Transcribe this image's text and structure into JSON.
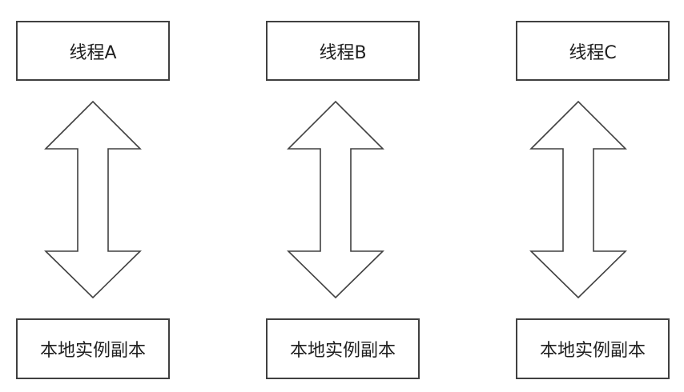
{
  "columns": [
    {
      "thread_label": "线程A",
      "copy_label": "本地实例副本"
    },
    {
      "thread_label": "线程B",
      "copy_label": "本地实例副本"
    },
    {
      "thread_label": "线程C",
      "copy_label": "本地实例副本"
    }
  ],
  "colors": {
    "stroke": "#404040",
    "fill": "#ffffff",
    "text": "#1f1f1f"
  }
}
